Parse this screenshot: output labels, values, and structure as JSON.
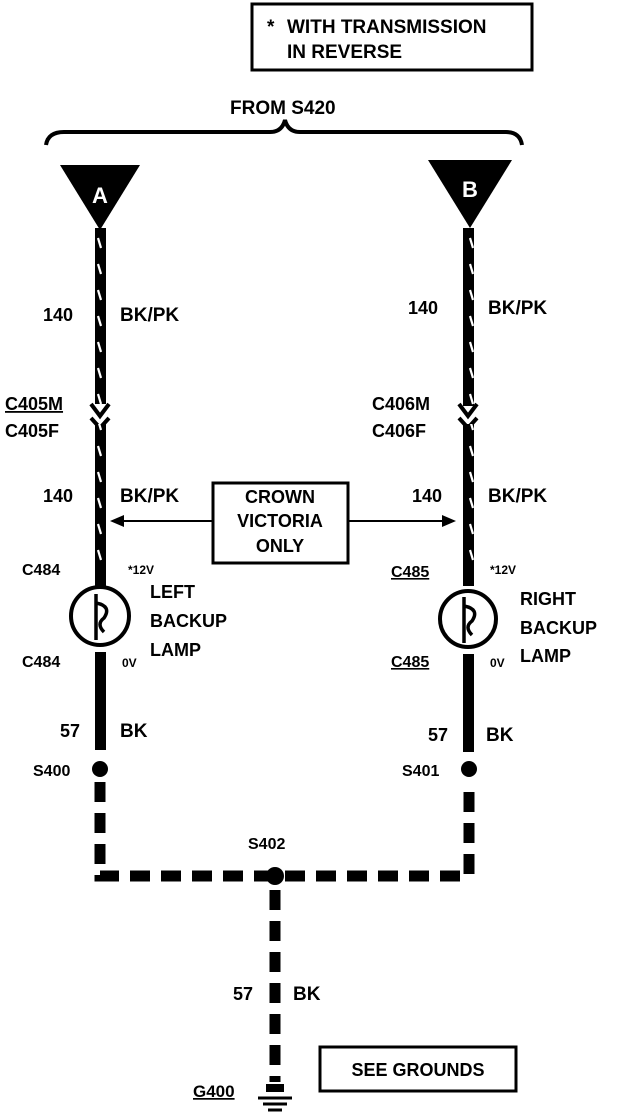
{
  "note": {
    "star": "*",
    "line1": "WITH TRANSMISSION",
    "line2": "IN REVERSE"
  },
  "source": "FROM S420",
  "connectors": {
    "left_tri": "A",
    "right_tri": "B"
  },
  "left": {
    "circuit_top": "140",
    "color_top": "BK/PK",
    "conn_m": "C405M",
    "conn_f": "C405F",
    "circuit_mid": "140",
    "color_mid": "BK/PK",
    "lamp_conn_top": "C484",
    "voltage_top": "*12V",
    "lamp_line1": "LEFT",
    "lamp_line2": "BACKUP",
    "lamp_line3": "LAMP",
    "lamp_conn_bot": "C484",
    "voltage_bot": "0V",
    "circuit_gnd": "57",
    "color_gnd": "BK",
    "splice": "S400"
  },
  "right": {
    "circuit_top": "140",
    "color_top": "BK/PK",
    "conn_m": "C406M",
    "conn_f": "C406F",
    "circuit_mid": "140",
    "color_mid": "BK/PK",
    "lamp_conn_top": "C485",
    "voltage_top": "*12V",
    "lamp_line1": "RIGHT",
    "lamp_line2": "BACKUP",
    "lamp_line3": "LAMP",
    "lamp_conn_bot": "C485",
    "voltage_bot": "0V",
    "circuit_gnd": "57",
    "color_gnd": "BK",
    "splice": "S401"
  },
  "crown_victoria": {
    "line1": "CROWN",
    "line2": "VICTORIA",
    "line3": "ONLY"
  },
  "center_splice": "S402",
  "ground_wire": {
    "circuit": "57",
    "color": "BK"
  },
  "ground": "G400",
  "see_grounds": "SEE GROUNDS"
}
